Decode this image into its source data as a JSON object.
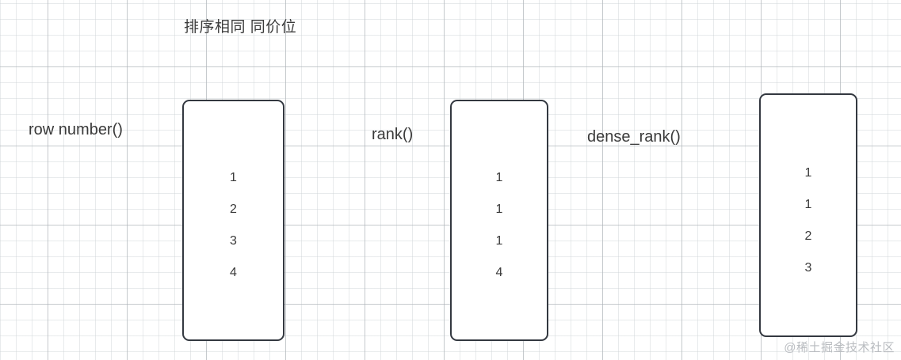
{
  "diagram": {
    "title": "排序相同 同价位",
    "watermark": "@稀土掘金技术社区",
    "groups": [
      {
        "label": "row number()",
        "values": [
          "1",
          "2",
          "3",
          "4"
        ]
      },
      {
        "label": "rank()",
        "values": [
          "1",
          "1",
          "1",
          "4"
        ]
      },
      {
        "label": "dense_rank()",
        "values": [
          "1",
          "1",
          "2",
          "3"
        ]
      }
    ],
    "colors": {
      "box_border": "#333840",
      "text": "#3a3a3a",
      "grid_minor": "#cdd2d6",
      "grid_major": "#aaafb4",
      "watermark": "#b9bcc0",
      "background": "#ffffff"
    }
  }
}
